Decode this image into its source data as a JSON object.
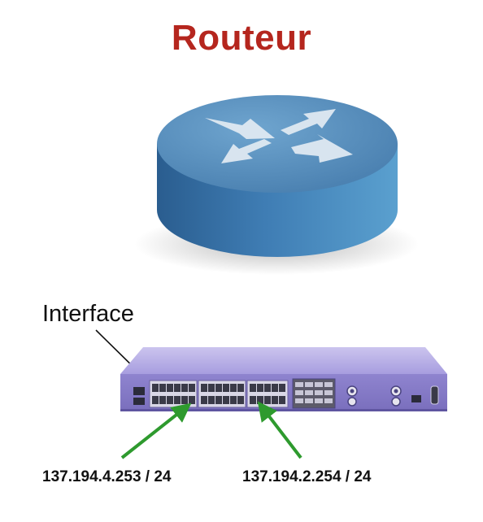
{
  "title": "Routeur",
  "interface_label": "Interface",
  "addresses": {
    "left": "137.194.4.253 / 24",
    "right": "137.194.2.254 / 24"
  },
  "colors": {
    "title": "#b5261e",
    "router_top": "#4f86b5",
    "router_side": "#3b74a8",
    "switch_body": "#9a8fd6",
    "pointer_arrows": "#2e9a2e"
  },
  "icons": [
    "router-icon",
    "network-switch"
  ]
}
